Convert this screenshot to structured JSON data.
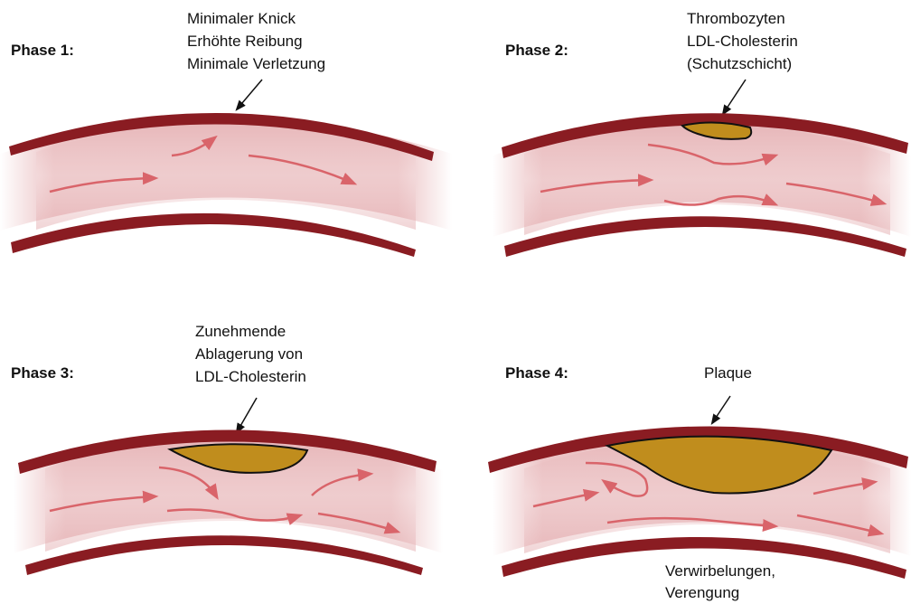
{
  "colors": {
    "wall": "#8a1c22",
    "lumen_center": "#ecc4c6",
    "lumen_edge": "#ffffff",
    "flow": "#d9646a",
    "plaque": "#c08d1d",
    "outline": "#111111"
  },
  "phases": [
    {
      "title": "Phase 1:",
      "labels": [
        "Minimaler Knick",
        "Erhöhte Reibung",
        "Minimale Verletzung"
      ]
    },
    {
      "title": "Phase 2:",
      "labels": [
        "Thrombozyten",
        "LDL-Cholesterin",
        "(Schutzschicht)"
      ]
    },
    {
      "title": "Phase 3:",
      "labels": [
        "Zunehmende",
        "Ablagerung von",
        "LDL-Cholesterin"
      ]
    },
    {
      "title": "Phase 4:",
      "labels": [
        "Plaque"
      ],
      "bottom_labels": [
        "Verwirbelungen,",
        "Verengung"
      ]
    }
  ]
}
